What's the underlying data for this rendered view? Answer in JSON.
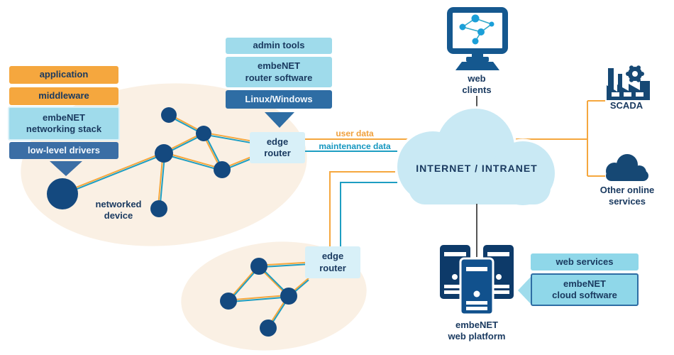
{
  "canvas": {
    "background": "#ffffff"
  },
  "palette": {
    "orange": "#F5A73E",
    "teal": "#1E9EC2",
    "navy_text": "#1A3A60",
    "dark_blue": "#2E6DA4",
    "medium_blue": "#3B6EA5",
    "light_blue": "#9FDBEB",
    "pale_blue": "#D8F0F8",
    "cyan": "#8FD7E9",
    "node_blue": "#14497F",
    "cream": "#FAF0E4",
    "cloud_fill": "#C9E9F4",
    "icon_navy": "#164874",
    "gray_line": "#555555"
  },
  "device_stack": {
    "layers": [
      {
        "label": "application"
      },
      {
        "label": "middleware"
      },
      {
        "label": "embeNET\nnetworking stack"
      },
      {
        "label": "low-level drivers"
      }
    ]
  },
  "mesh1": {
    "device_label": "networked\ndevice",
    "router_label": "edge\nrouter"
  },
  "router_stack": {
    "layers": [
      {
        "label": "admin tools"
      },
      {
        "label": "embeNET\nrouter software"
      },
      {
        "label": "Linux/Windows"
      }
    ]
  },
  "links": {
    "user_data": "user data",
    "maintenance_data": "maintenance data"
  },
  "cloud": {
    "label": "INTERNET  /  INTRANET"
  },
  "web_clients": {
    "label": "web\nclients"
  },
  "scada": {
    "label": "SCADA"
  },
  "other_services": {
    "label": "Other online\nservices"
  },
  "platform": {
    "label": "embeNET\nweb platform"
  },
  "cloud_stack": {
    "layers": [
      {
        "label": "web services"
      },
      {
        "label": "embeNET\ncloud software"
      }
    ]
  },
  "mesh2": {
    "router_label": "edge\nrouter"
  }
}
